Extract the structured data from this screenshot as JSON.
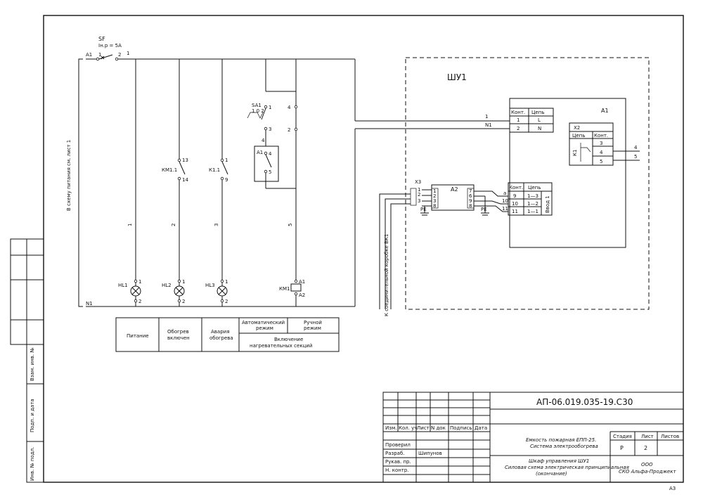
{
  "breaker": {
    "tag": "SF",
    "rating": "Iн.р = 5А",
    "label_a1": "А1",
    "pin1": "1",
    "pin2": "2",
    "wire_out": "1"
  },
  "wires": {
    "n1_left": "N1",
    "branch1": "1",
    "branch2": "2",
    "branch3": "3",
    "branch5": "5",
    "to_shu_1": "1",
    "to_shu_n1": "N1",
    "out_4": "4",
    "out_5": "5"
  },
  "side_note": "В схему питания см. лист 1",
  "switch_sa1": {
    "tag": "SA1",
    "pos": "1 0 2",
    "pin1": "1",
    "pin3": "3",
    "pin4": "4",
    "pin2": "2",
    "wire4": "4"
  },
  "relay_a1": {
    "tag": "А1",
    "pin4": "4",
    "pin5": "5"
  },
  "contacts": [
    {
      "tag": "КМ1.1",
      "pin_top": "13",
      "pin_bot": "14"
    },
    {
      "tag": "К1.1",
      "pin_top": "1",
      "pin_bot": "9"
    }
  ],
  "lamps": [
    {
      "tag": "HL1",
      "pin_top": "1",
      "pin_bot": "2"
    },
    {
      "tag": "HL2",
      "pin_top": "1",
      "pin_bot": "2"
    },
    {
      "tag": "HL3",
      "pin_top": "1",
      "pin_bot": "2"
    }
  ],
  "coil": {
    "tag": "КМ1",
    "pin_top": "А1",
    "pin_bot": "А2"
  },
  "legend": {
    "c1": "Питание",
    "c2a": "Обогрев",
    "c2b": "включен",
    "c3a": "Авария",
    "c3b": "обогрева",
    "c4a": "Автоматический",
    "c4b": "режим",
    "c5a": "Ручной",
    "c5b": "режим",
    "c6a": "Включение",
    "c6b": "нагревательных секций"
  },
  "cabinet": {
    "title": "ШУ1"
  },
  "a1_block": {
    "tag": "А1",
    "h_kont": "Конт.",
    "h_tsep": "Цепь",
    "rows": [
      {
        "k": "1",
        "c": "L"
      },
      {
        "k": "2",
        "c": "N"
      }
    ]
  },
  "x2_block": {
    "tag": "Х2",
    "h_tsep": "Цепь",
    "h_kont": "Конт.",
    "relay": "К1",
    "rows": [
      "3",
      "4",
      "5"
    ]
  },
  "vvod_block": {
    "h_kont": "Конт.",
    "h_tsep": "Цепь",
    "side": "Ввод 1",
    "rows": [
      {
        "k": "9",
        "c": "1—3"
      },
      {
        "k": "10",
        "c": "1—2"
      },
      {
        "k": "11",
        "c": "1—1"
      }
    ]
  },
  "a2_block": {
    "tag": "А2",
    "left_pins": [
      "1",
      "2",
      "3",
      "8"
    ],
    "right_pins": [
      "7",
      "6",
      "9",
      "8"
    ],
    "out_a": "a",
    "out_10": "10",
    "out_11": "11",
    "pe": "PE"
  },
  "x3_block": {
    "tag": "Х3",
    "pins": [
      "1",
      "2",
      "3"
    ],
    "pe": "PE"
  },
  "vk1_note": "К соединительной коробке ВК1",
  "side_stamp": {
    "c1": "Инв. № подл.",
    "c2": "Подп. и дата",
    "c3": "Взам. инв. №"
  },
  "title_block": {
    "code": "АП-06.019.035-19.С30",
    "h_izm": "Изм.",
    "h_kol": "Кол. уч",
    "h_list": "Лист",
    "h_ndok": "N док",
    "h_podp": "Подпись",
    "h_data": "Дата",
    "r_prov": "Проверил",
    "r_razr": "Разраб.",
    "r_ruk": "Рукав. пр.",
    "r_nkont": "Н. контр.",
    "author": "Шипунов",
    "project1": "Емкость пожарная ЕПП-25.",
    "project2": "Система электрообогрева",
    "drawing1": "Шкаф управления ШУ1",
    "drawing2": "Силовая схема электрическая принципиальная",
    "drawing3": "(окончание)",
    "h_stadia": "Стадия",
    "h_list2": "Лист",
    "h_listov": "Листов",
    "stadia": "Р",
    "list": "2",
    "listov": "",
    "org1": "ООО",
    "org2": "СКО Альфа-Проджект",
    "format": "А3"
  }
}
